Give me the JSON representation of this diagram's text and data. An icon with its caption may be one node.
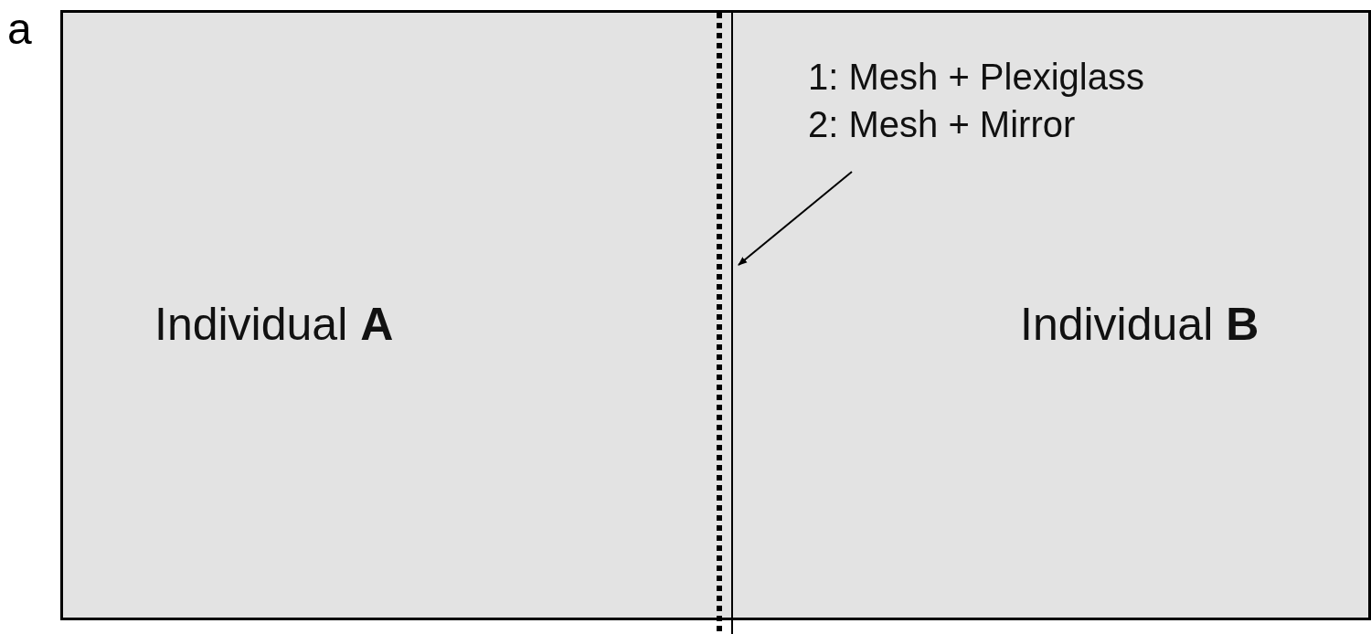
{
  "diagram": {
    "nodes": [
      {
        "text": [
          "Individual **A**"
        ]
      },
      {
        "text": [
          "Individual **B**"
        ]
      },
      {
        "text": [
          "1: Mesh + Plexiglass",
          "2: Mesh + Mirror"
        ],
        "in": 1
      },
      {
        "text": [],
        "shape": "bar"
      }
    ],
    "edges": [
      {
        "from": 2,
        "to": 3,
        "arrow": "to"
      }
    ],
    "labels": [
      "a"
    ]
  }
}
